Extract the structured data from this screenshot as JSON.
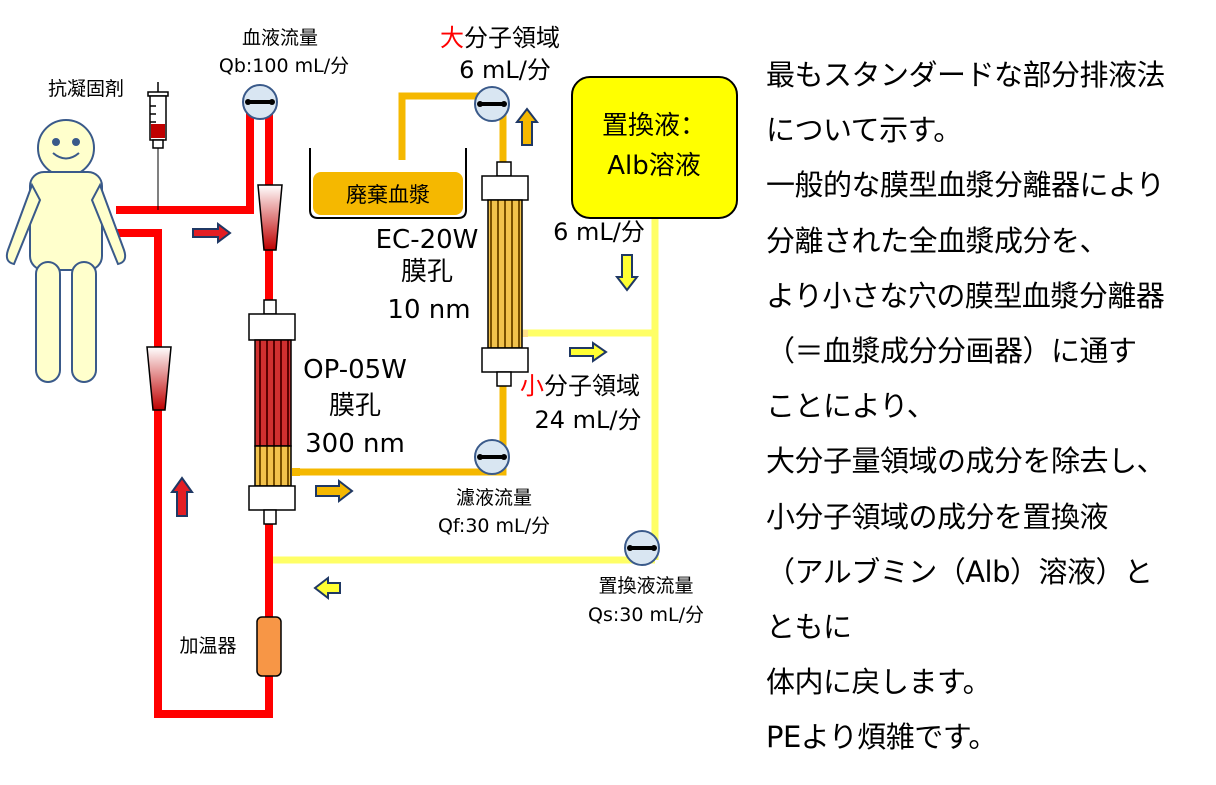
{
  "labels": {
    "anticoagulant": "抗凝固剤",
    "blood_flow_title": "血液流量",
    "blood_flow_value": "Qb:100 mL/分",
    "large_region_prefix": "大",
    "large_region_rest": "分子領域",
    "large_region_value": "6 mL/分",
    "waste_plasma": "廃棄血漿",
    "fractionator_model": "EC-20W",
    "fractionator_pore_label": "膜孔",
    "fractionator_pore_value": "10 nm",
    "separator_model": "OP-05W",
    "separator_pore_label": "膜孔",
    "separator_pore_value": "300 nm",
    "replacement_fluid_line1": "置換液：",
    "replacement_fluid_line2": "Alb溶液",
    "replacement_rate_value": "6 mL/分",
    "small_region_prefix": "小",
    "small_region_rest": "分子領域",
    "small_region_value": "24 mL/分",
    "filtrate_flow_title": "濾液流量",
    "filtrate_flow_value": "Qf:30 mL/分",
    "replacement_flow_title": "置換液流量",
    "replacement_flow_value": "Qs:30 mL/分",
    "warmer": "加温器"
  },
  "description_lines": [
    "最もスタンダードな部分排液法",
    "について示す。",
    "一般的な膜型血漿分離器により",
    "分離された全血漿成分を、",
    "より小さな穴の膜型血漿分離器",
    "（＝血漿成分分画器）に通す",
    "ことにより、",
    "大分子量領域の成分を除去し、",
    "小分子領域の成分を置換液",
    "（アルブミン（Alb）溶液）と",
    "ともに",
    "体内に戻します。",
    "PEより煩雑です。"
  ],
  "colors": {
    "blood_line": "#ff0000",
    "plasma_line": "#f5b800",
    "replacement_line": "#ffff66",
    "accent_red": "#ff0000",
    "replacement_box": "#ffff00",
    "waste_box": "#f5b800",
    "patient_fill": "#ffffcc",
    "warmer_fill": "#f79646"
  }
}
